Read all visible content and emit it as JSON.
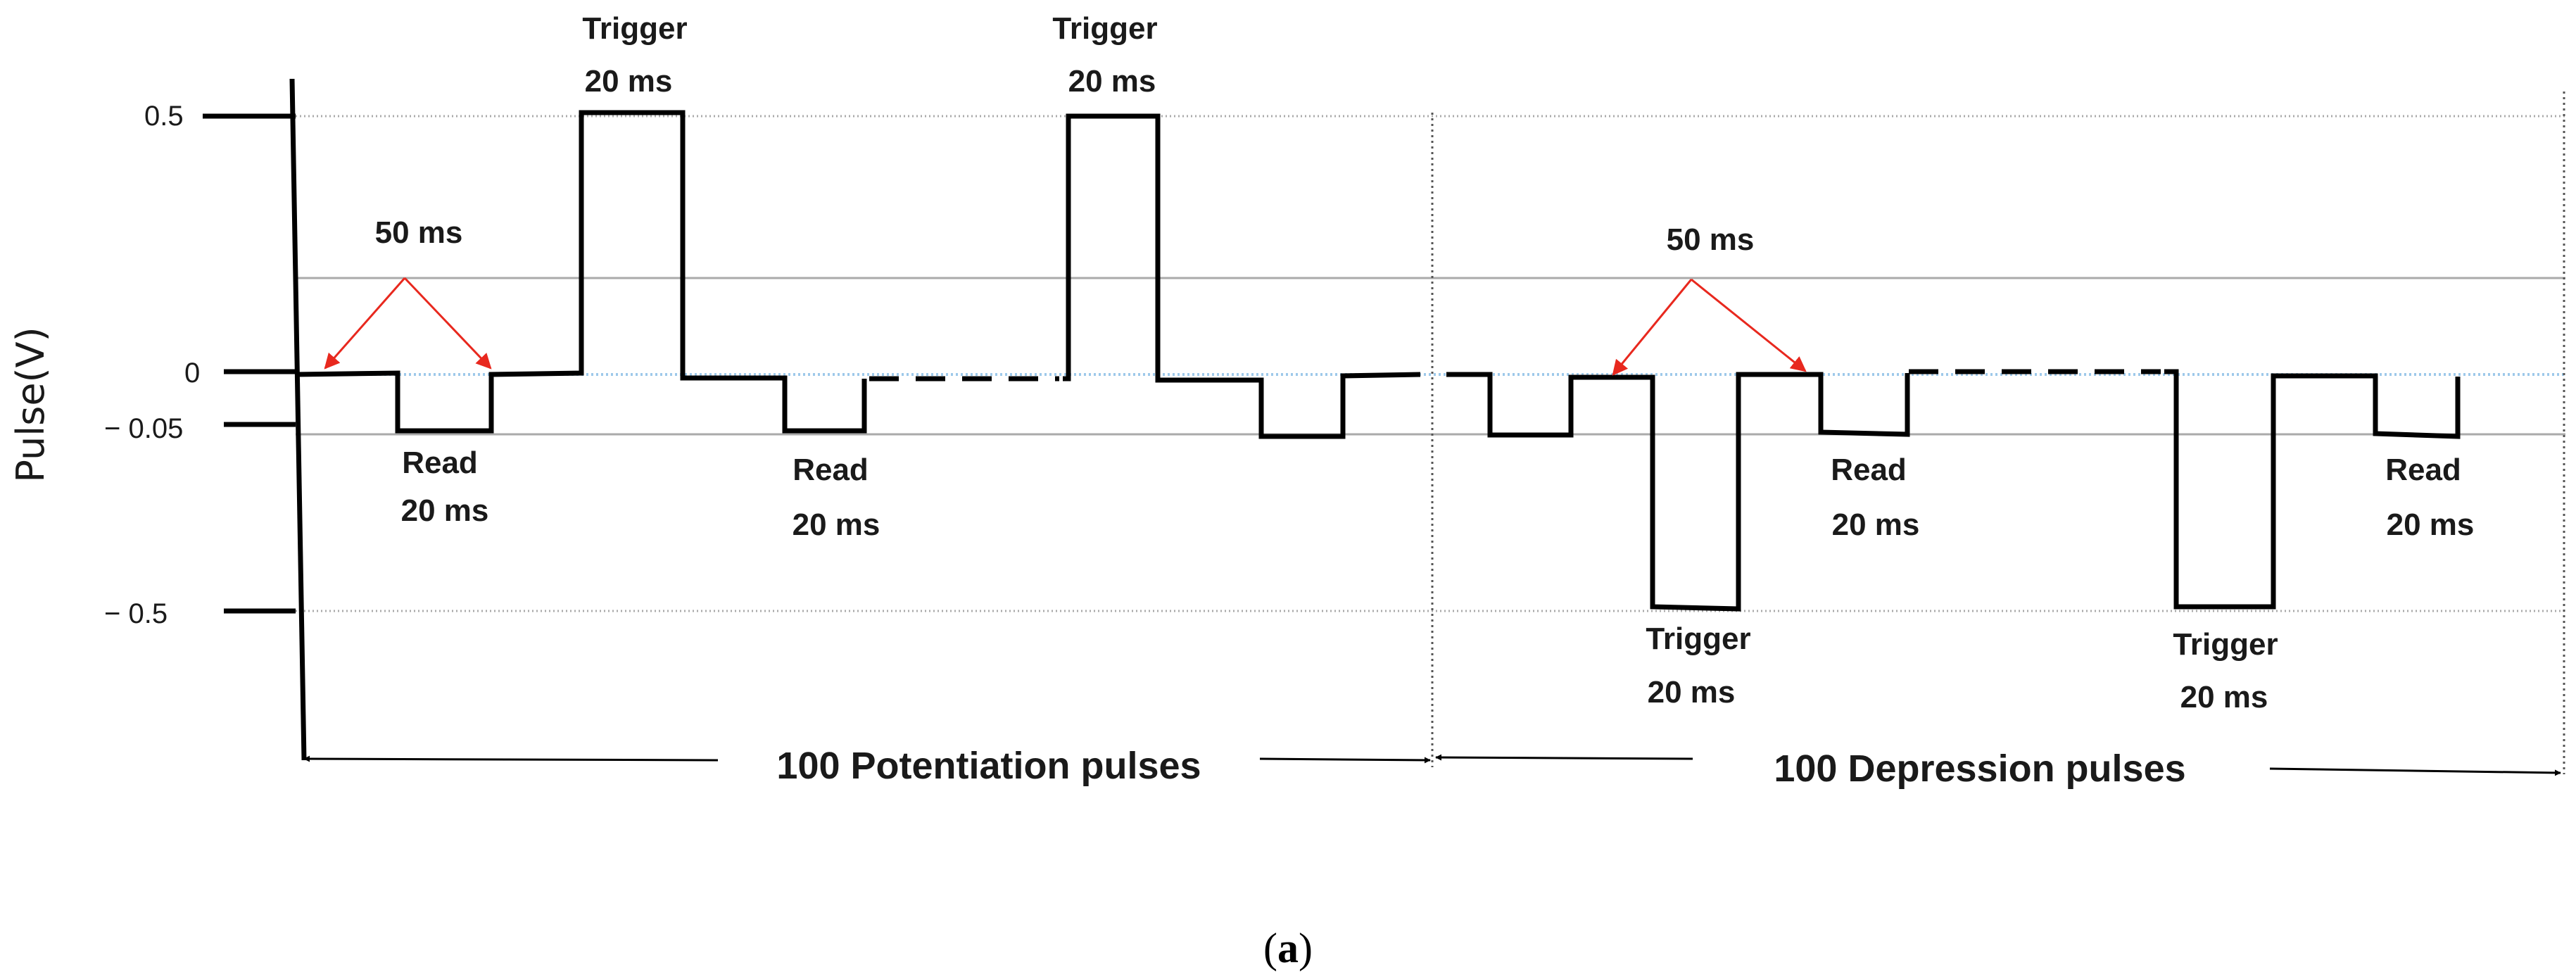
{
  "y_axis": {
    "label": "Pulse(V)",
    "ticks": [
      "0.5",
      "0",
      "− 0.05",
      "− 0.5"
    ]
  },
  "potentiation": {
    "span_label": "100 Potentiation pulses",
    "interval_label": "50 ms",
    "read_label_1": "Read",
    "read_dur_1": "20 ms",
    "read_label_2": "Read",
    "read_dur_2": "20 ms",
    "trigger_label_1": "Trigger",
    "trigger_dur_1": "20 ms",
    "trigger_label_2": "Trigger",
    "trigger_dur_2": "20 ms"
  },
  "depression": {
    "span_label": "100 Depression pulses",
    "interval_label": "50 ms",
    "read_label_1": "Read",
    "read_dur_1": "20 ms",
    "read_label_2": "Read",
    "read_dur_2": "20 ms",
    "trigger_label_1": "Trigger",
    "trigger_dur_1": "20 ms",
    "trigger_label_2": "Trigger",
    "trigger_dur_2": "20 ms"
  },
  "caption": {
    "open": "(",
    "letter": "a",
    "close": ")"
  },
  "colors": {
    "waveform": "#000000",
    "zero_line": "#9ec9ea",
    "gridline": "#aaaaaa",
    "arrow_red": "#e8281e"
  }
}
